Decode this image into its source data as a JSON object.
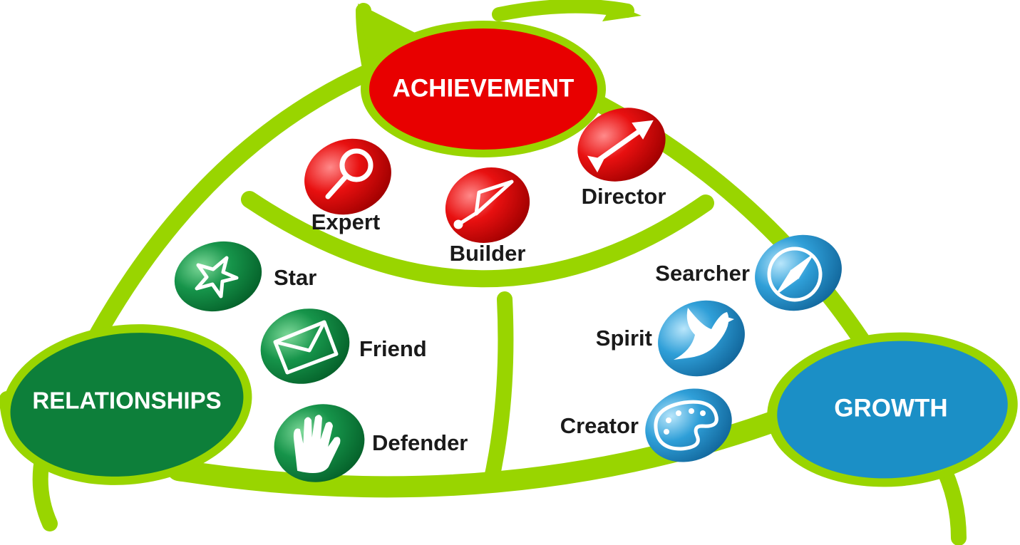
{
  "diagram": {
    "hubs": {
      "achievement": {
        "label": "ACHIEVEMENT",
        "color": "#e80000"
      },
      "relationships": {
        "label": "RELATIONSHIPS",
        "color": "#0d7f3a"
      },
      "growth": {
        "label": "GROWTH",
        "color": "#1b8fc6"
      }
    },
    "frame_color": "#99d500",
    "achievement_items": [
      {
        "label": "Expert",
        "icon": "magnifier-icon"
      },
      {
        "label": "Builder",
        "icon": "trowel-icon"
      },
      {
        "label": "Director",
        "icon": "arrow-icon"
      }
    ],
    "relationships_items": [
      {
        "label": "Star",
        "icon": "star-icon"
      },
      {
        "label": "Friend",
        "icon": "envelope-icon"
      },
      {
        "label": "Defender",
        "icon": "hand-icon"
      }
    ],
    "growth_items": [
      {
        "label": "Searcher",
        "icon": "compass-icon"
      },
      {
        "label": "Spirit",
        "icon": "dove-icon"
      },
      {
        "label": "Creator",
        "icon": "palette-icon"
      }
    ]
  }
}
